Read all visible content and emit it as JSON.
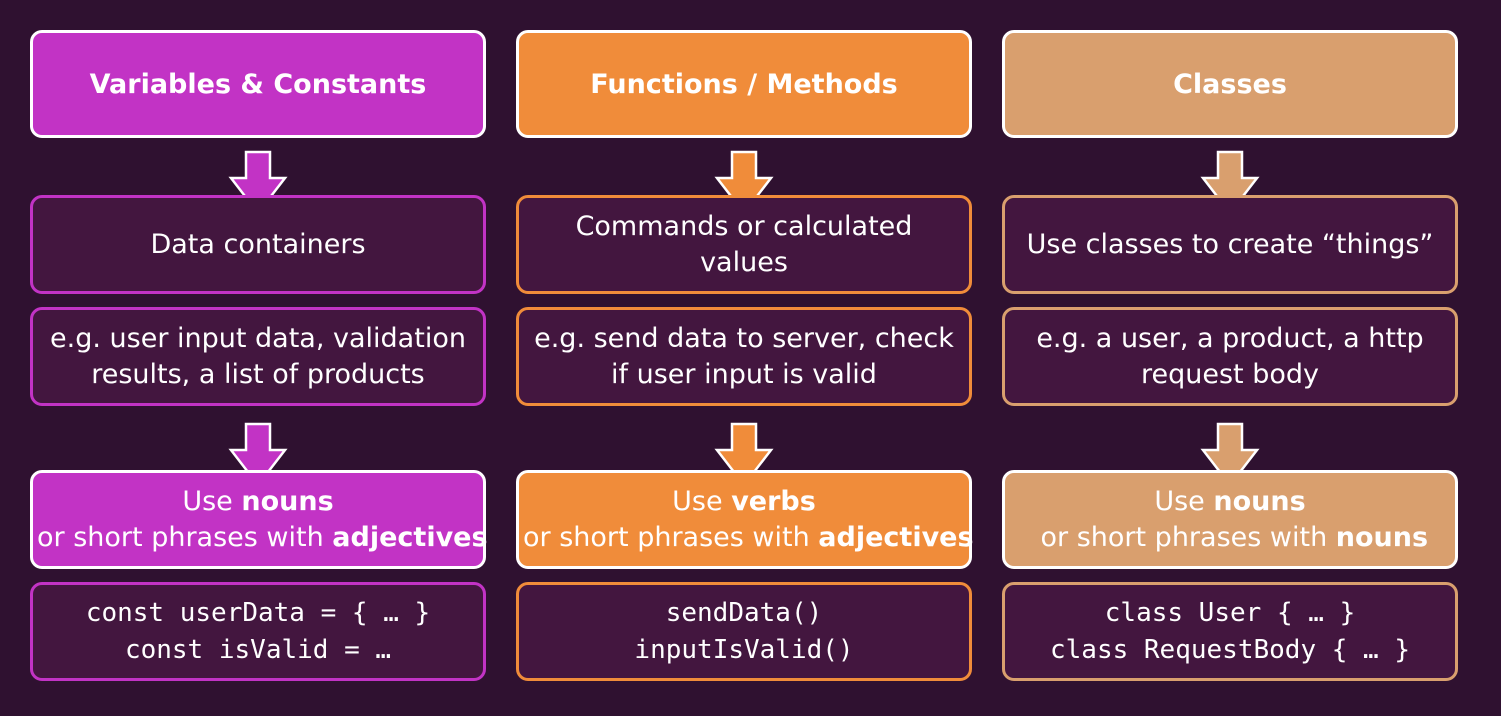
{
  "columns": [
    {
      "accent": "#c233c5",
      "title": "Variables & Constants",
      "purpose": "Data containers",
      "examples": "e.g. user input data, validation results, a list of products",
      "rule": {
        "prefix": "Use ",
        "kind": "nouns",
        "middle": " or short phrases with ",
        "modifier": "adjectives"
      },
      "code": [
        "const userData = { … }",
        "const isValid = …"
      ]
    },
    {
      "accent": "#f08c3a",
      "title": "Functions / Methods",
      "purpose": "Commands or calculated values",
      "examples": "e.g. send data to server, check if user input is valid",
      "rule": {
        "prefix": "Use ",
        "kind": "verbs",
        "middle": " or short phrases with ",
        "modifier": "adjectives"
      },
      "code": [
        "sendData()",
        "inputIsValid()"
      ]
    },
    {
      "accent": "#d99f6e",
      "title": "Classes",
      "purpose": "Use classes to create “things”",
      "examples": "e.g. a user, a product, a http request body",
      "rule": {
        "prefix": "Use ",
        "kind": "nouns",
        "middle": " or short phrases with ",
        "modifier": "nouns"
      },
      "code": [
        "class User { … }",
        "class RequestBody { … }"
      ]
    }
  ]
}
